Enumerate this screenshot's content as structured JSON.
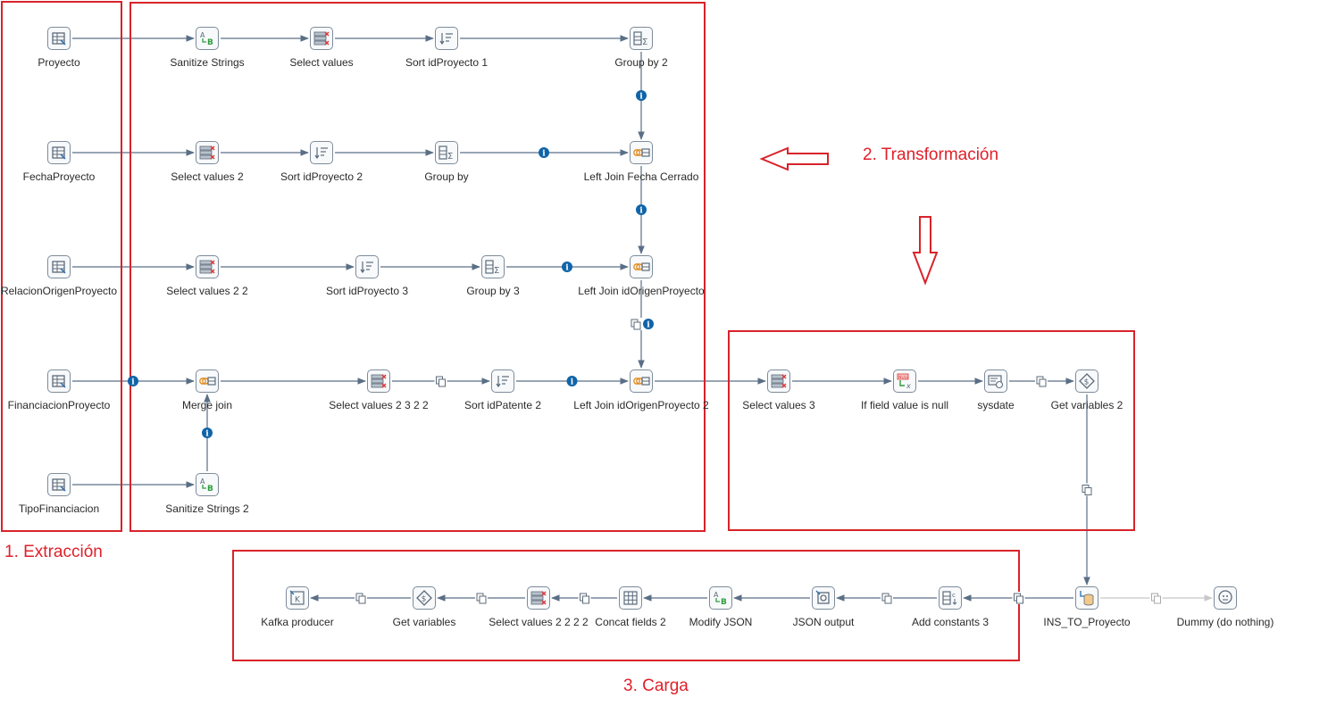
{
  "regions": {
    "extraction": "1. Extracción",
    "transformation": "2. Transformación",
    "load": "3. Carga"
  },
  "colors": {
    "hop": "#5a6f86",
    "region": "#d8232a",
    "info": "#1064a8",
    "disabledHop": "#c8c8c8"
  },
  "steps": [
    {
      "id": "proyecto",
      "label": "Proyecto",
      "icon": "table-input-icon"
    },
    {
      "id": "sanitize",
      "label": "Sanitize Strings",
      "icon": "replace-string-icon"
    },
    {
      "id": "selectvalues",
      "label": "Select values",
      "icon": "select-values-icon"
    },
    {
      "id": "sort1",
      "label": "Sort idProyecto 1",
      "icon": "sort-rows-icon"
    },
    {
      "id": "groupby2",
      "label": "Group by 2",
      "icon": "group-by-icon"
    },
    {
      "id": "fechaproyecto",
      "label": "FechaProyecto",
      "icon": "table-input-icon"
    },
    {
      "id": "selectvalues2",
      "label": "Select values 2",
      "icon": "select-values-icon"
    },
    {
      "id": "sort2",
      "label": "Sort idProyecto 2",
      "icon": "sort-rows-icon"
    },
    {
      "id": "groupby",
      "label": "Group by",
      "icon": "group-by-icon"
    },
    {
      "id": "leftjoinfecha",
      "label": "Left Join Fecha Cerrado",
      "icon": "merge-join-icon"
    },
    {
      "id": "relacion",
      "label": "RelacionOrigenProyecto",
      "icon": "table-input-icon"
    },
    {
      "id": "selectvalues22",
      "label": "Select values 2 2",
      "icon": "select-values-icon"
    },
    {
      "id": "sort3",
      "label": "Sort idProyecto 3",
      "icon": "sort-rows-icon"
    },
    {
      "id": "groupby3",
      "label": "Group by 3",
      "icon": "group-by-icon"
    },
    {
      "id": "leftjoinorigen",
      "label": "Left Join idOrigenProyecto",
      "icon": "merge-join-icon"
    },
    {
      "id": "financiacion",
      "label": "FinanciacionProyecto",
      "icon": "table-input-icon"
    },
    {
      "id": "mergejoin",
      "label": "Merge join",
      "icon": "merge-join-icon"
    },
    {
      "id": "selectvalues2322",
      "label": "Select values 2 3 2 2",
      "icon": "select-values-icon"
    },
    {
      "id": "sortpatente",
      "label": "Sort idPatente 2",
      "icon": "sort-rows-icon"
    },
    {
      "id": "leftjoinorigen2",
      "label": "Left Join idOrigenProyecto 2",
      "icon": "merge-join-icon"
    },
    {
      "id": "tipofin",
      "label": "TipoFinanciacion",
      "icon": "table-input-icon"
    },
    {
      "id": "sanitize2",
      "label": "Sanitize Strings 2",
      "icon": "replace-string-icon"
    },
    {
      "id": "selectvalues3",
      "label": "Select values 3",
      "icon": "select-values-icon"
    },
    {
      "id": "ifnull",
      "label": "If field value is null",
      "icon": "if-null-icon"
    },
    {
      "id": "sysdate",
      "label": "sysdate",
      "icon": "system-info-icon"
    },
    {
      "id": "getvars2",
      "label": "Get variables 2",
      "icon": "get-variables-icon"
    },
    {
      "id": "insproyecto",
      "label": "INS_TO_Proyecto",
      "icon": "insert-update-icon"
    },
    {
      "id": "dummy",
      "label": "Dummy (do nothing)",
      "icon": "dummy-icon"
    },
    {
      "id": "addconst3",
      "label": "Add constants 3",
      "icon": "add-constants-icon"
    },
    {
      "id": "jsonoutput",
      "label": "JSON output",
      "icon": "json-output-icon"
    },
    {
      "id": "modifyjson",
      "label": "Modify JSON",
      "icon": "replace-string-icon"
    },
    {
      "id": "concat2",
      "label": "Concat fields 2",
      "icon": "concat-fields-icon"
    },
    {
      "id": "selectvalues2222",
      "label": "Select values 2 2 2 2",
      "icon": "select-values-icon"
    },
    {
      "id": "getvars",
      "label": "Get variables",
      "icon": "get-variables-icon"
    },
    {
      "id": "kafka",
      "label": "Kafka producer",
      "icon": "kafka-producer-icon"
    }
  ],
  "hops": [
    {
      "from": "proyecto",
      "to": "sanitize"
    },
    {
      "from": "sanitize",
      "to": "selectvalues"
    },
    {
      "from": "selectvalues",
      "to": "sort1"
    },
    {
      "from": "sort1",
      "to": "groupby2"
    },
    {
      "from": "groupby2",
      "to": "leftjoinfecha",
      "marker": "info"
    },
    {
      "from": "fechaproyecto",
      "to": "selectvalues2"
    },
    {
      "from": "selectvalues2",
      "to": "sort2"
    },
    {
      "from": "sort2",
      "to": "groupby"
    },
    {
      "from": "groupby",
      "to": "leftjoinfecha",
      "marker": "info"
    },
    {
      "from": "leftjoinfecha",
      "to": "leftjoinorigen",
      "marker": "info"
    },
    {
      "from": "relacion",
      "to": "selectvalues22"
    },
    {
      "from": "selectvalues22",
      "to": "sort3"
    },
    {
      "from": "sort3",
      "to": "groupby3"
    },
    {
      "from": "groupby3",
      "to": "leftjoinorigen",
      "marker": "info"
    },
    {
      "from": "leftjoinorigen",
      "to": "leftjoinorigen2",
      "marker": "copy-info"
    },
    {
      "from": "financiacion",
      "to": "mergejoin",
      "marker": "info"
    },
    {
      "from": "tipofin",
      "to": "sanitize2"
    },
    {
      "from": "sanitize2",
      "to": "mergejoin",
      "marker": "info"
    },
    {
      "from": "mergejoin",
      "to": "selectvalues2322"
    },
    {
      "from": "selectvalues2322",
      "to": "sortpatente",
      "marker": "copy"
    },
    {
      "from": "sortpatente",
      "to": "leftjoinorigen2",
      "marker": "info"
    },
    {
      "from": "leftjoinorigen2",
      "to": "selectvalues3"
    },
    {
      "from": "selectvalues3",
      "to": "ifnull"
    },
    {
      "from": "ifnull",
      "to": "sysdate"
    },
    {
      "from": "sysdate",
      "to": "getvars2",
      "marker": "copy"
    },
    {
      "from": "getvars2",
      "to": "insproyecto",
      "marker": "copy"
    },
    {
      "from": "insproyecto",
      "to": "dummy",
      "marker": "copy",
      "disabled": true
    },
    {
      "from": "insproyecto",
      "to": "addconst3",
      "marker": "copy"
    },
    {
      "from": "addconst3",
      "to": "jsonoutput",
      "marker": "copy"
    },
    {
      "from": "jsonoutput",
      "to": "modifyjson"
    },
    {
      "from": "modifyjson",
      "to": "concat2"
    },
    {
      "from": "concat2",
      "to": "selectvalues2222",
      "marker": "copy"
    },
    {
      "from": "selectvalues2222",
      "to": "getvars",
      "marker": "copy"
    },
    {
      "from": "getvars",
      "to": "kafka",
      "marker": "copy"
    }
  ]
}
